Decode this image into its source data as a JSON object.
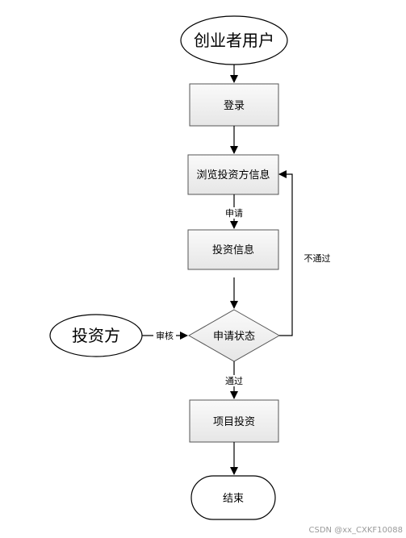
{
  "nodes": {
    "start": "创业者用户",
    "login": "登录",
    "browse": "浏览投资方信息",
    "invest_info": "投资信息",
    "status": "申请状态",
    "investor": "投资方",
    "project": "项目投资",
    "end": "结束"
  },
  "edges": {
    "apply": "申请",
    "review": "审核",
    "pass": "通过",
    "not_pass": "不通过"
  },
  "watermark": "CSDN @xx_CXKF10088"
}
